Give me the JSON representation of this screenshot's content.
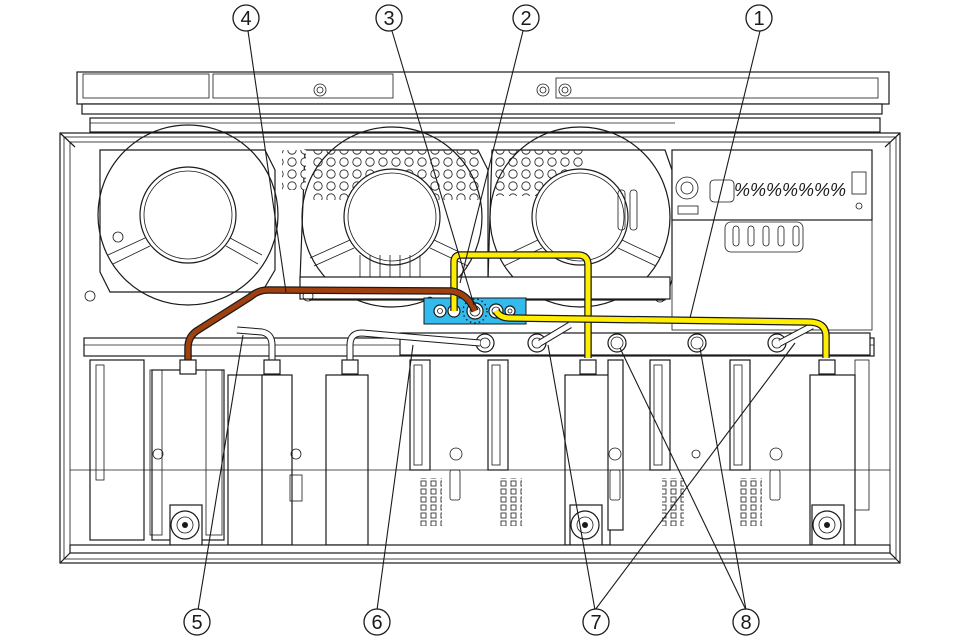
{
  "figure": {
    "type": "instrument-internal-view",
    "colors": {
      "cable_brown": "#a0400f",
      "cable_yellow": "#ffee00",
      "block_cyan": "#33bbee",
      "line": "#1a1a1a",
      "background": "#ffffff"
    },
    "callouts": [
      {
        "id": "1",
        "label": "1"
      },
      {
        "id": "2",
        "label": "2"
      },
      {
        "id": "3",
        "label": "3"
      },
      {
        "id": "4",
        "label": "4"
      },
      {
        "id": "5",
        "label": "5"
      },
      {
        "id": "6",
        "label": "6"
      },
      {
        "id": "7",
        "label": "7"
      },
      {
        "id": "8",
        "label": "8"
      }
    ]
  }
}
